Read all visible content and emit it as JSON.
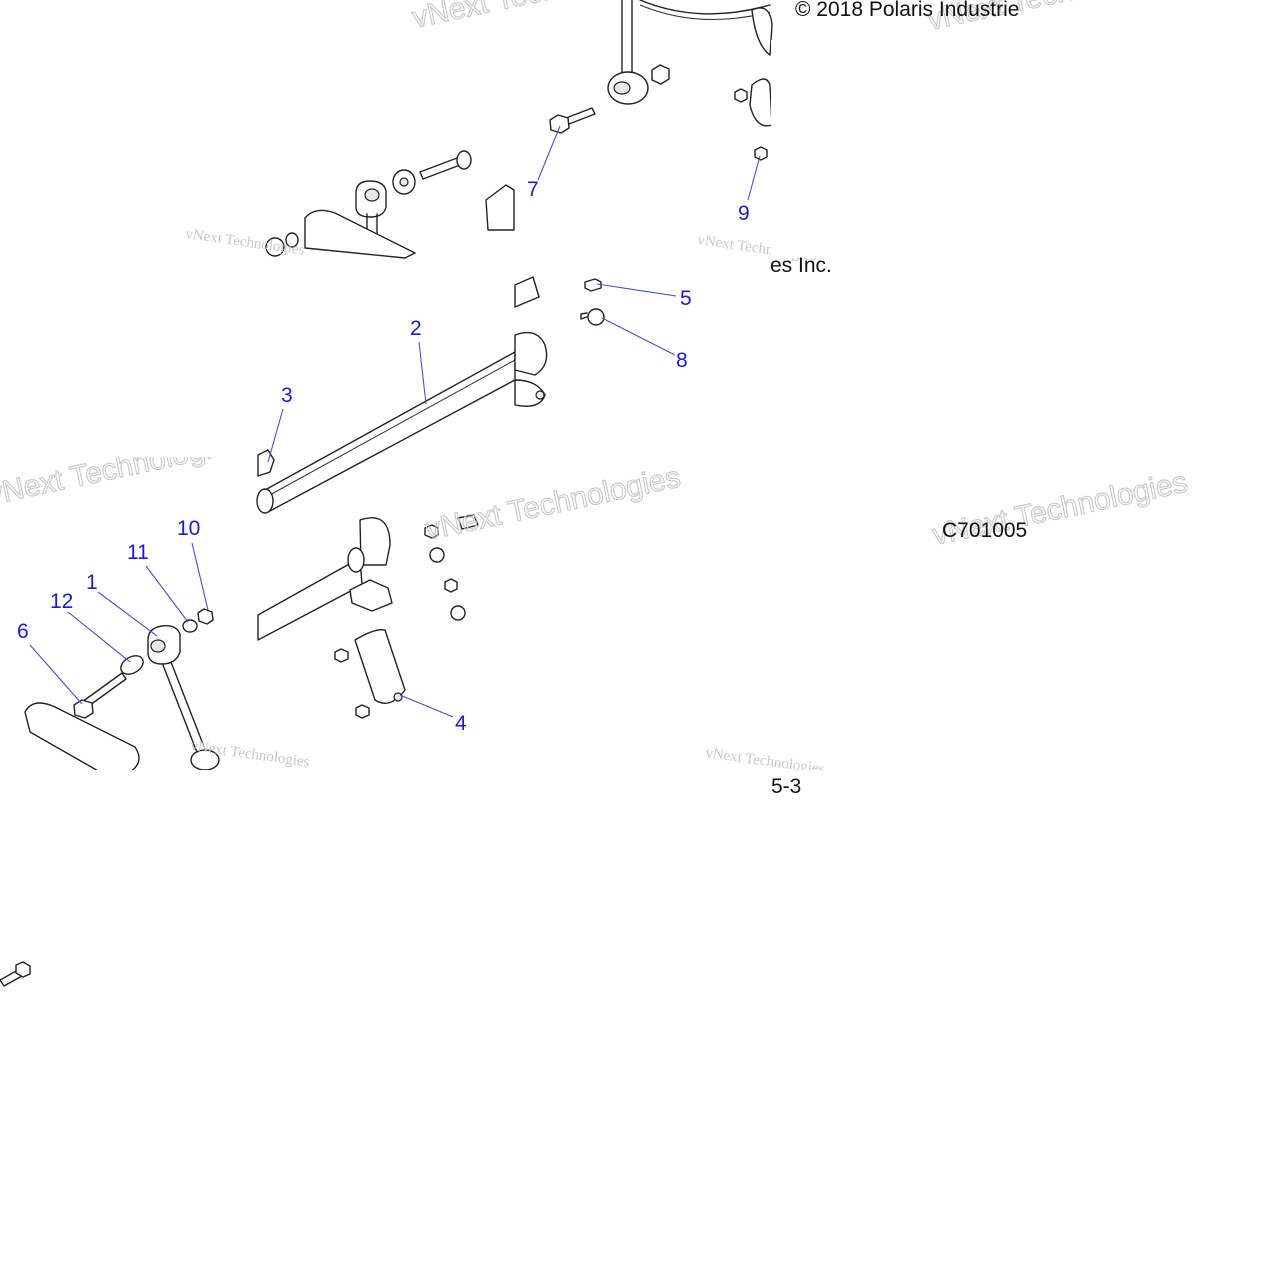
{
  "copyright": "© 2018 Polaris Industrie",
  "copyright_fragment": "es Inc.",
  "code": "C701005",
  "code_fragment": "5-3",
  "callouts": {
    "c1": "1",
    "c2": "2",
    "c3": "3",
    "c4": "4",
    "c5": "5",
    "c6": "6",
    "c7": "7",
    "c8": "8",
    "c9": "9",
    "c10": "10",
    "c11": "11",
    "c12": "12"
  },
  "watermark": {
    "small": "vNext Technologies",
    "big": "vNext Technologies"
  },
  "colors": {
    "callout": "#1a1ad8",
    "leader": "#4a4ae0",
    "watermark": "#c8c8c8"
  }
}
